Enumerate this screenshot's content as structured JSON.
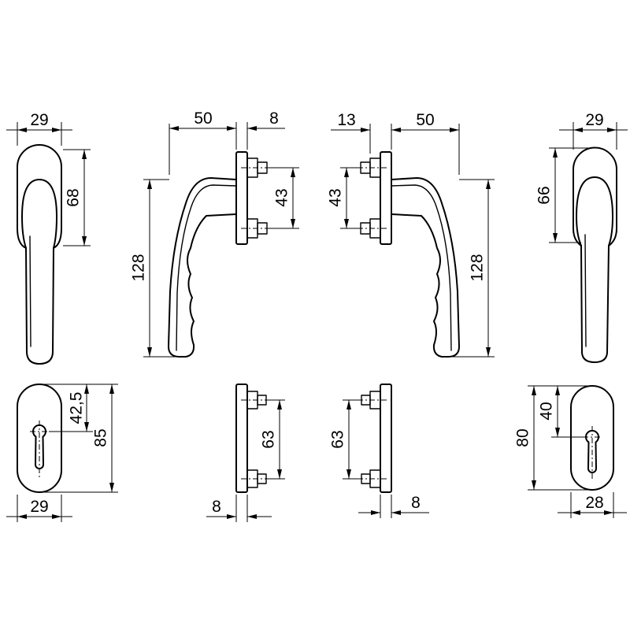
{
  "colors": {
    "line": "#000000",
    "background": "#ffffff"
  },
  "top_row": {
    "front_left": {
      "width": "29",
      "height": "68"
    },
    "side_left": {
      "reach": "50",
      "thickness": "8",
      "pin_spacing": "43",
      "length": "128"
    },
    "side_right": {
      "offset": "13",
      "reach": "50",
      "pin_spacing": "43",
      "length": "128"
    },
    "front_right": {
      "width": "29",
      "height": "66"
    }
  },
  "bottom_row": {
    "rosette_left": {
      "key_height": "42,5",
      "height": "85",
      "width": "29"
    },
    "side_left": {
      "pin_spacing": "63",
      "thickness": "8"
    },
    "side_right": {
      "pin_spacing": "63",
      "thickness": "8"
    },
    "rosette_right": {
      "key_height": "40",
      "height": "80",
      "width": "28"
    }
  }
}
